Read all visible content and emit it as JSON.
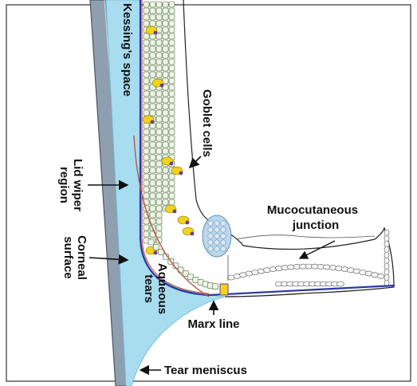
{
  "figure": {
    "labels": {
      "kessings_space": "Kessing’s space",
      "goblet_cells": "Goblet cells",
      "lid_wiper": "Lid wiper",
      "region": "region",
      "mucocutaneous": "Mucocutaneous",
      "junction": "junction",
      "corneal": "Corneal",
      "surface": "surface",
      "aqueous": "Aqueous",
      "tears": "tears",
      "marx_line": "Marx line",
      "tear_meniscus": "Tear meniscus"
    },
    "colors": {
      "cornea_fill": "#8e9fb0",
      "cornea_stroke": "#4a5560",
      "tear_fill": "#a8dcef",
      "membrane_blue": "#2b3aa0",
      "membrane_red": "#c0392b",
      "goblet_yellow": "#f2d21a",
      "goblet_purple": "#6a3d9a",
      "cell_fill": "#eef5e8",
      "gland_blue": "#bcd6ec",
      "label_text": "#111111"
    }
  }
}
